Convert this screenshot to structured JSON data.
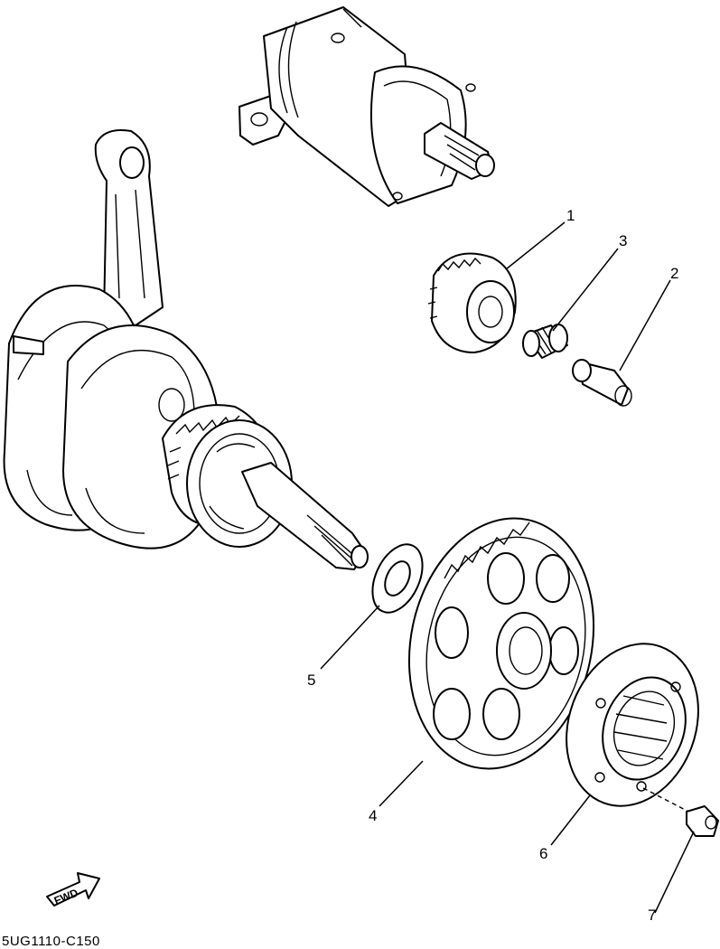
{
  "diagram": {
    "callouts": [
      {
        "id": "1",
        "label": "1"
      },
      {
        "id": "2",
        "label": "2"
      },
      {
        "id": "3",
        "label": "3"
      },
      {
        "id": "4",
        "label": "4"
      },
      {
        "id": "5",
        "label": "5"
      },
      {
        "id": "6",
        "label": "6"
      },
      {
        "id": "7",
        "label": "7"
      }
    ],
    "direction_label": "FWD",
    "diagram_code": "5UG1110-C150"
  }
}
